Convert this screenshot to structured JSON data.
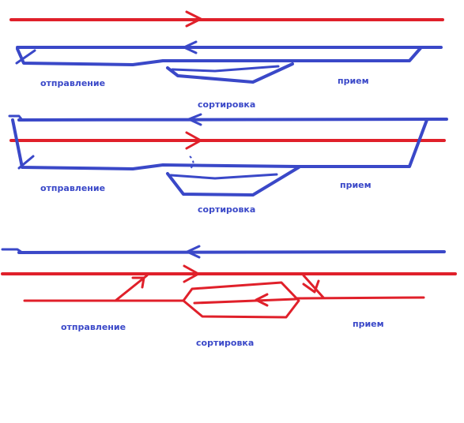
{
  "colors": {
    "main_line": "#e0202a",
    "secondary_line": "#3a48c8",
    "background": "#ffffff"
  },
  "diagram_1": {
    "label_departure": "отправление",
    "label_sorting": "сортировка",
    "label_arrival": "прием"
  },
  "diagram_2": {
    "label_departure": "отправление",
    "label_sorting": "сортировка",
    "label_arrival": "прием"
  },
  "diagram_3": {
    "label_departure": "отправление",
    "label_sorting": "сортировка",
    "label_arrival": "прием"
  }
}
